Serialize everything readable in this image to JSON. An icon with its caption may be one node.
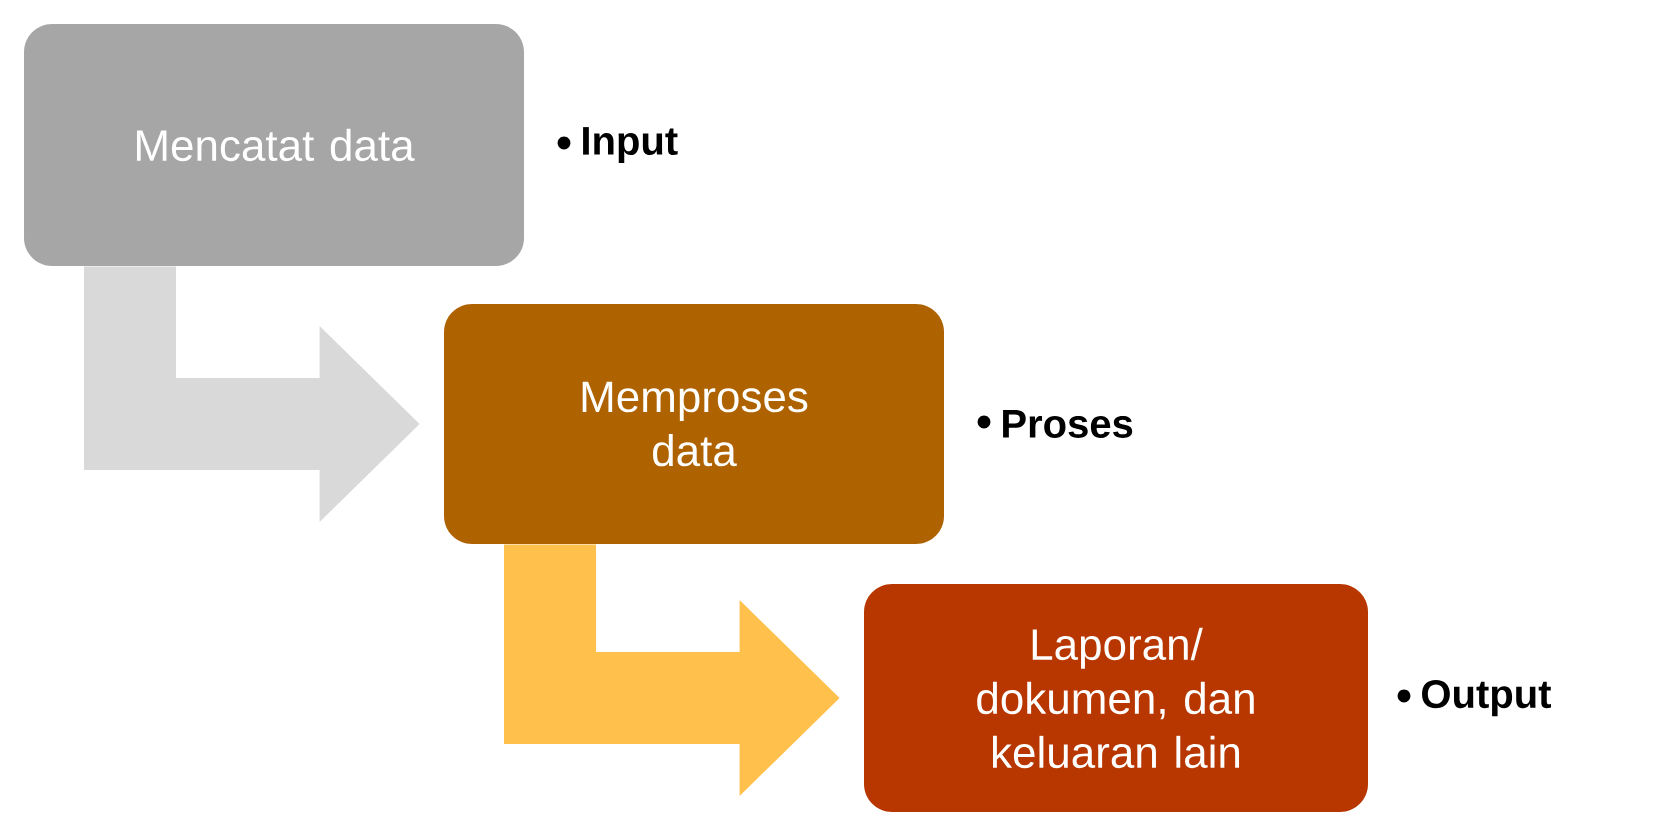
{
  "diagram": {
    "nodes": [
      {
        "text": [
          "Mencatat data"
        ],
        "beside": [
          "Input"
        ]
      },
      {
        "text": [
          "Memproses data"
        ],
        "beside": [
          "Proses"
        ]
      },
      {
        "text": [
          "Laporan/ dokumen, dan keluaran lain"
        ],
        "beside": [
          "Output"
        ]
      }
    ],
    "edges": [
      {
        "from": 0,
        "to": 1,
        "arrow": "to",
        "style": "thick",
        "color": "#d9d9d9"
      },
      {
        "from": 1,
        "to": 2,
        "arrow": "to",
        "style": "thick",
        "color": "#ffc04c"
      }
    ]
  }
}
